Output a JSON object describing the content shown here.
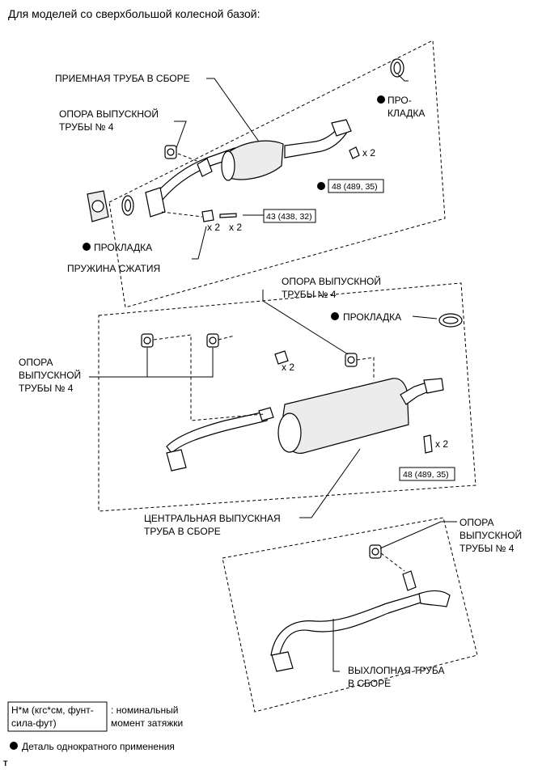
{
  "header": "Для моделей со сверхбольшой колесной базой:",
  "labels": {
    "front_pipe": "ПРИЕМНАЯ ТРУБА В СБОРЕ",
    "support_top_1": "ОПОРА ВЫПУСКНОЙ",
    "support_top_2": "ТРУБЫ № 4",
    "gasket_top_1": "ПРО-",
    "gasket_top_2": "КЛАДКА",
    "x2_nut_top": "x 2",
    "torque_top": "48 (489, 35)",
    "gasket_left": "ПРОКЛАДКА",
    "x2_spring": "x 2",
    "x2_bolt_top": "x 2",
    "torque_bolt_top": "43 (438, 32)",
    "spring": "ПРУЖИНА СЖАТИЯ",
    "support_mid_1": "ОПОРА ВЫПУСКНОЙ",
    "support_mid_2": "ТРУБЫ № 4",
    "gasket_mid": "ПРОКЛАДКА",
    "support_left_1": "ОПОРА",
    "support_left_2": "ВЫПУСКНОЙ",
    "support_left_3": "ТРУБЫ № 4",
    "x2_bolt_mid": "x 2",
    "x2_bolt_mid_right": "x 2",
    "torque_mid": "48 (489, 35)",
    "center_pipe_1": "ЦЕНТРАЛЬНАЯ ВЫПУСКНАЯ",
    "center_pipe_2": "ТРУБА В СБОРЕ",
    "support_bot_1": "ОПОРА",
    "support_bot_2": "ВЫПУСКНОЙ",
    "support_bot_3": "ТРУБЫ № 4",
    "tail_pipe_1": "ВЫХЛОПНАЯ ТРУБА",
    "tail_pipe_2": "В СБОРЕ"
  },
  "legend": {
    "torque_box_1": "Н*м (кгс*см, фунт-",
    "torque_box_2": "сила-фут)",
    "torque_desc_1": ": номинальный",
    "torque_desc_2": "момент затяжки",
    "single_use": "Деталь однократного применения"
  },
  "corner_mark": "T"
}
